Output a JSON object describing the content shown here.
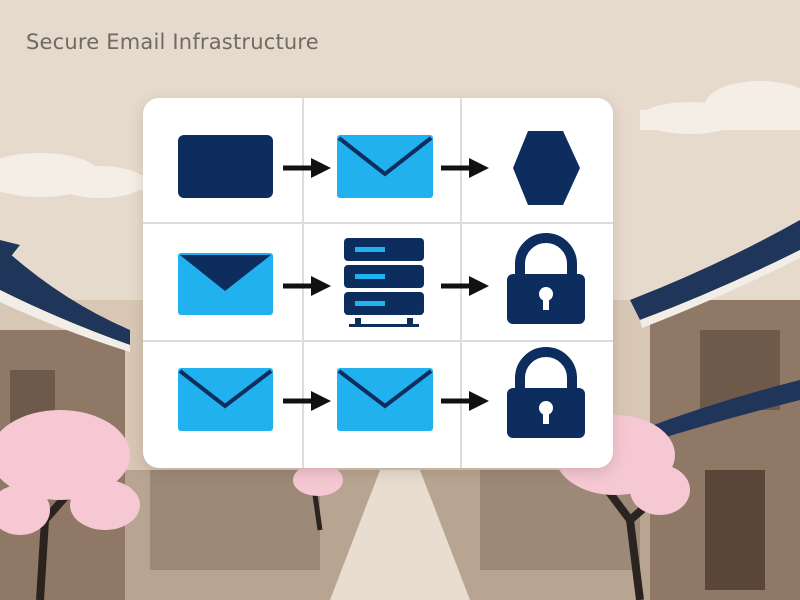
{
  "page": {
    "title": "Secure Email Infrastructure"
  },
  "colors": {
    "navy": "#0d2d5e",
    "sky_blue": "#21b1ee",
    "card": "#ffffff",
    "grid_line": "#dcdcdc",
    "arrow": "#111111"
  },
  "diagram": {
    "rows": [
      {
        "name": "row-1",
        "steps": [
          "rounded-rectangle-icon",
          "envelope-icon",
          "hexagon-icon"
        ]
      },
      {
        "name": "row-2",
        "steps": [
          "envelope-icon",
          "server-stack-icon",
          "padlock-icon"
        ]
      },
      {
        "name": "row-3",
        "steps": [
          "envelope-icon",
          "envelope-icon",
          "padlock-icon"
        ]
      }
    ]
  }
}
